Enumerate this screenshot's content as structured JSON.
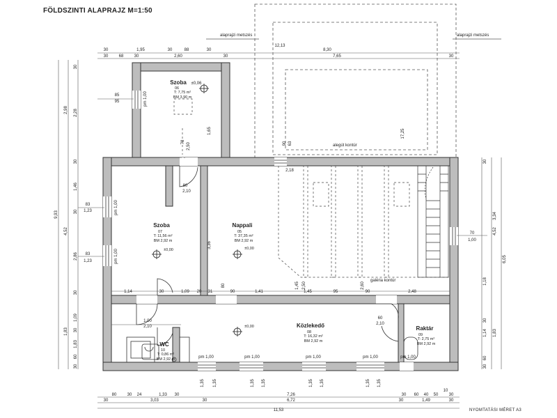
{
  "drawing": {
    "title": "FÖLDSZINTI ALAPRAJZ M=1:50",
    "print_size": "NYOMTATÁSI MÉRET A3"
  },
  "rooms": [
    {
      "name": "Szoba",
      "number": "06",
      "area": "T: 7,75 m²",
      "height": "BM 3,90 m",
      "level": "±0,06"
    },
    {
      "name": "Szoba",
      "number": "07",
      "area": "T: 11,56 m²",
      "height": "BM 2,92 m",
      "level": "±0,00"
    },
    {
      "name": "Nappali",
      "number": "05",
      "area": "T: 37,35 m²",
      "height": "BM 2,92 m",
      "level": "±0,00"
    },
    {
      "name": "Közlekedő",
      "number": "08",
      "area": "T: 16,32 m²",
      "height": "BM 2,92 m",
      "level": "±0,00"
    },
    {
      "name": "WC",
      "number": "10",
      "area": "T: 0,86 m²",
      "height": "BM 2,92 m"
    },
    {
      "name": "Raktár",
      "number": "09",
      "area": "T: 2,75 m²",
      "height": "BM 2,92 m"
    }
  ],
  "annotations": {
    "section_left": "alaprajzi metszés",
    "section_right": "alaprajzi metszés",
    "floor_contour": "alegút kontúr",
    "gallery_contour": "galéria kontúr"
  },
  "dims_top": {
    "row1": [
      "30",
      "1,95",
      "30",
      "88",
      "30",
      "12,13",
      "8,30"
    ],
    "row2": [
      "30",
      "68",
      "30",
      "2,60",
      "30",
      "7,65",
      "30"
    ]
  },
  "dims_bottom": {
    "row1": [
      "80",
      "30",
      "24",
      "1,33",
      "30",
      "10",
      "7,26",
      "30",
      "60",
      "40",
      "50",
      "30"
    ],
    "row2": [
      "30",
      "3,03",
      "30",
      "6,72",
      "30",
      "1,49",
      "30"
    ],
    "row3": [
      "11,53"
    ]
  },
  "dims_left": {
    "outer": [
      "9,93"
    ],
    "mid": [
      "2,98",
      "4,52",
      "1,83"
    ],
    "inner": [
      "30",
      "2,28",
      "30",
      "1,46",
      "30",
      "2,86",
      "30",
      "1,09",
      "30",
      "1,83",
      "60",
      "30"
    ],
    "windows": [
      "85",
      "95",
      "83",
      "1,23",
      "83",
      "1,23"
    ]
  },
  "dims_right": {
    "outer": [
      "6,05"
    ],
    "mid": [
      "3,34",
      "4,52",
      "1,18",
      "1,14",
      "1,83"
    ],
    "inner": [
      "30",
      "30",
      "60",
      "30"
    ],
    "windows": [
      "70",
      "1,00"
    ]
  },
  "dims_inner": {
    "row_mid": [
      "1,14",
      "30",
      "1,09",
      "20",
      "31",
      "90",
      "1,41",
      "1,45",
      "95",
      "90",
      "2,48"
    ],
    "vertical": [
      "1,65",
      "2,50",
      "78",
      "3,36",
      "17,25",
      "90",
      "63",
      "1,45",
      "2,50",
      "2,60",
      "80"
    ],
    "door_marks": [
      "80",
      "2,10",
      "1,00",
      "2,10",
      "60",
      "2,10",
      "2,18"
    ],
    "parapets": [
      "pm 1,00",
      "pm 1,00",
      "pm 1,00",
      "pm 1,00",
      "pm 1,00",
      "pm 1,00",
      "pm 1,00",
      "pm 1,00"
    ],
    "bottom_piers": [
      "1,35",
      "1,35",
      "1,35",
      "1,35",
      "1,35",
      "1,35",
      "1,35",
      "1,35"
    ]
  },
  "colors": {
    "wall": "#bdbdbd",
    "line": "#333333",
    "dim": "#555555"
  }
}
